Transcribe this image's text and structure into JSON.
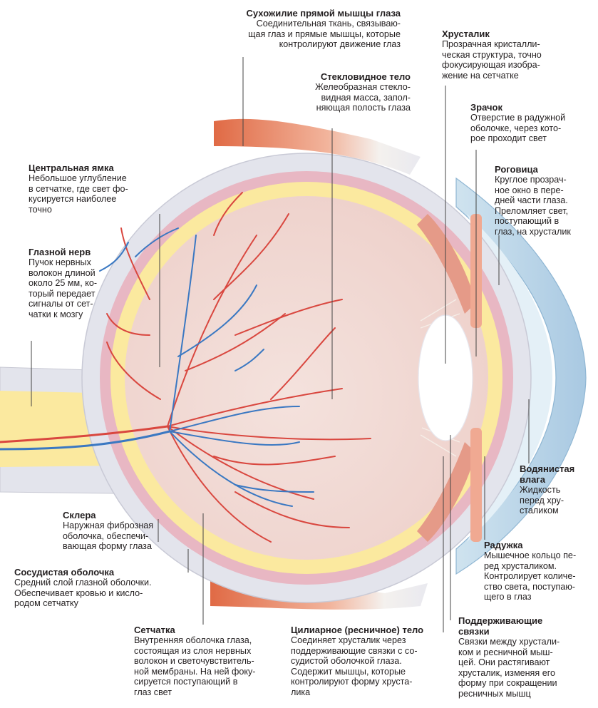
{
  "labels": {
    "tendon": {
      "title": "Сухожилие прямой мышцы глаза",
      "text": "Соединительная ткань, связываю-\nщая глаз и прямые мышцы, которые\nконтролируют движение глаз"
    },
    "vitreous": {
      "title": "Стекловидное тело",
      "text": "Желеобразная стекло-\nвидная масса, запол-\nняющая полость глаза"
    },
    "lens": {
      "title": "Хрусталик",
      "text": "Прозрачная кристалли-\nческая структура, точно\nфокусирующая изобра-\nжение на сетчатке"
    },
    "pupil": {
      "title": "Зрачок",
      "text": "Отверстие в радужной\nоболочке, через кото-\nрое проходит свет"
    },
    "cornea": {
      "title": "Роговица",
      "text": "Круглое прозрач-\nное окно в пере-\nдней части глаза.\nПреломляет свет,\nпоступающий в\nглаз, на хрусталик"
    },
    "fovea": {
      "title": "Центральная ямка",
      "text": "Небольшое углубление\nв сетчатке, где свет фо-\nкусируется наиболее\nточно"
    },
    "nerve": {
      "title": "Глазной нерв",
      "text": "Пучок нервных\nволокон длиной\nоколо 25 мм, ко-\nторый передает\nсигналы от сет-\nчатки к мозгу"
    },
    "aqueous": {
      "title": "Водянистая\nвлага",
      "text": "Жидкость\nперед хру-\nсталиком"
    },
    "sclera": {
      "title": "Склера",
      "text": "Наружная фиброзная\nоболочка, обеспечи-\nвающая форму глаза"
    },
    "iris": {
      "title": "Радужка",
      "text": "Мышечное кольцо пе-\nред хрусталиком.\nКонтролирует количе-\nство света, поступаю-\nщего в глаз"
    },
    "choroid": {
      "title": "Сосудистая оболочка",
      "text": "Средний слой глазной оболочки.\nОбеспечивает кровью и кисло-\nродом сетчатку"
    },
    "retina": {
      "title": "Сетчатка",
      "text": "Внутренняя оболочка глаза,\nсостоящая из слоя нервных\nволокон и светочувствитель-\nной мембраны. На ней фоку-\nсируется поступающий в\nглаз свет"
    },
    "ciliary": {
      "title": "Цилиарное (ресничное) тело",
      "text": "Соединяет хрусталик через\nподдерживающие связки с со-\nсудистой оболочкой глаза.\nСодержит мышцы, которые\nконтролируют форму хруста-\nлика"
    },
    "zonules": {
      "title": "Поддерживающие\nсвязки",
      "text": "Связки между хрустали-\nком и ресничной мыш-\nцей. Они растягивают\nхрусталик, изменяя его\nформу при сокращении\nресничных мышц"
    }
  },
  "colors": {
    "sclera": "#e3e4ec",
    "choroid": "#e8b7c3",
    "retina": "#fbe99f",
    "interior": "#f3dcd7",
    "artery": "#d9473f",
    "vein": "#3a78c2",
    "muscle": "#e47a55",
    "cornea": "#b9d7ea",
    "iris": "#f0a992",
    "lens": "#ffffff",
    "leader": "#444444"
  }
}
